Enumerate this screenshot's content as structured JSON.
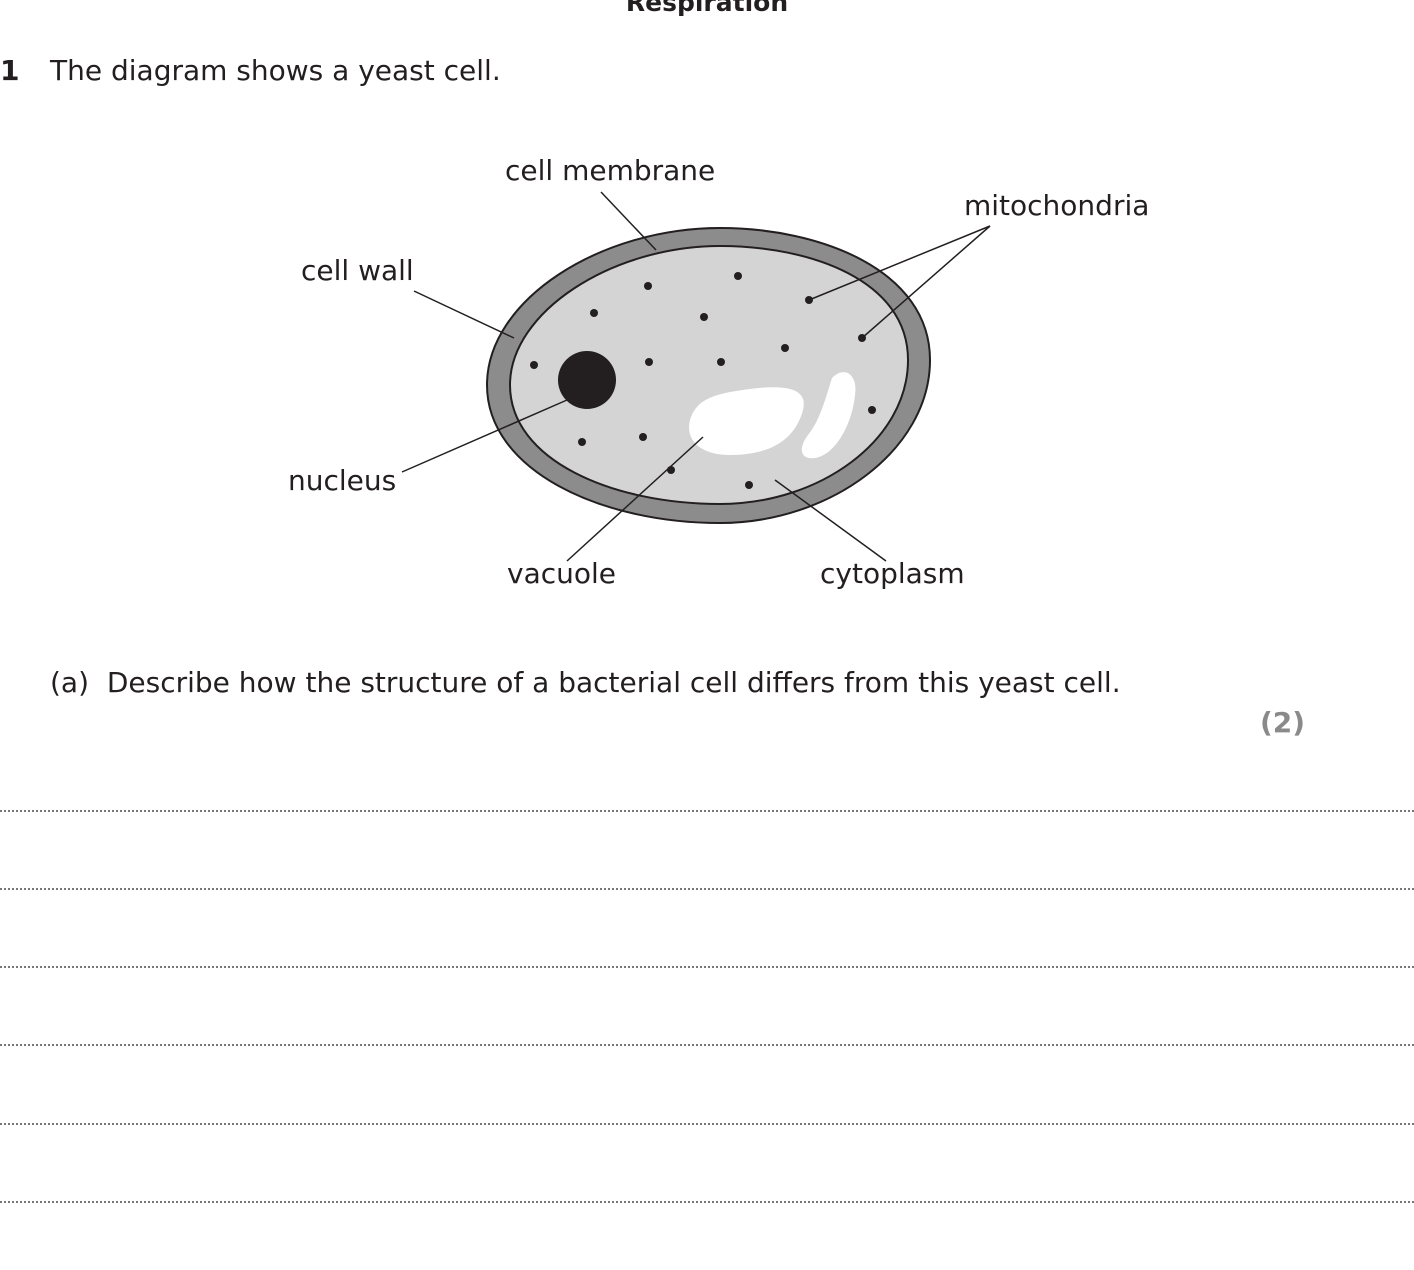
{
  "header": {
    "title": "Respiration"
  },
  "question": {
    "number": "1",
    "text": "The diagram shows a yeast cell.",
    "diagram": {
      "labels": {
        "cell_membrane": "cell membrane",
        "mitochondria": "mitochondria",
        "cell_wall": "cell wall",
        "nucleus": "nucleus",
        "vacuole": "vacuole",
        "cytoplasm": "cytoplasm"
      },
      "colors": {
        "cell_wall": "#8c8c8c",
        "cytoplasm": "#d4d4d4",
        "nucleus": "#231f20",
        "vacuole": "#ffffff"
      }
    },
    "part_a": {
      "label": "(a)",
      "text": "Describe how the structure of a bacterial cell differs from this yeast cell.",
      "marks": "(2)",
      "answer_lines": 6
    }
  }
}
